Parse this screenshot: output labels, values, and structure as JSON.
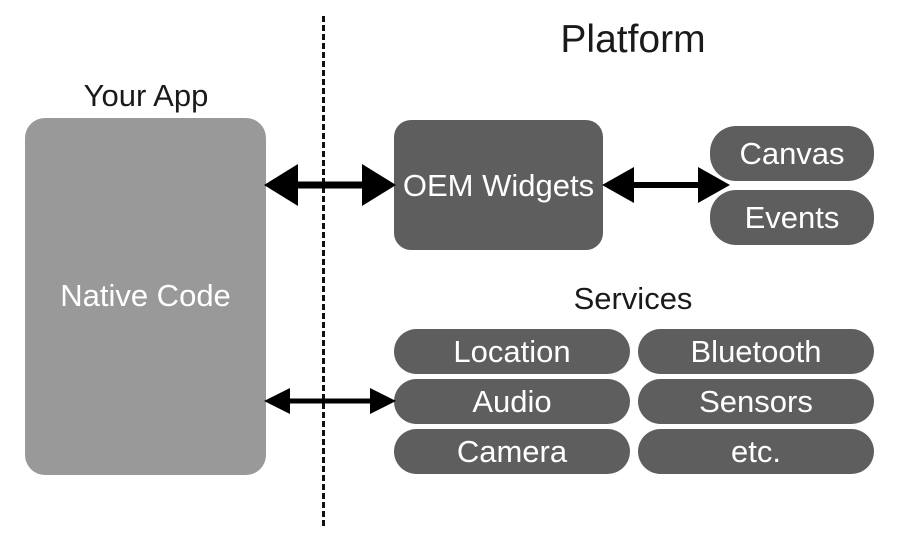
{
  "diagram": {
    "title": "Platform architecture diagram",
    "background_color": "#ffffff",
    "colors": {
      "app_box": "#999999",
      "platform_box": "#5e5e5e",
      "arrow": "#000000",
      "divider": "#111111",
      "box_text": "#ffffff",
      "heading_text": "#1a1a1a"
    }
  },
  "headings": {
    "your_app": "Your App",
    "platform": "Platform",
    "services": "Services"
  },
  "app_side": {
    "native_code": "Native Code"
  },
  "platform_side": {
    "oem_widgets": "OEM Widgets",
    "ui_pills": [
      {
        "label": "Canvas"
      },
      {
        "label": "Events"
      }
    ],
    "services": [
      {
        "label": "Location"
      },
      {
        "label": "Bluetooth"
      },
      {
        "label": "Audio"
      },
      {
        "label": "Sensors"
      },
      {
        "label": "Camera"
      },
      {
        "label": "etc."
      }
    ]
  },
  "connectors": [
    {
      "name": "native-code-to-oem-widgets",
      "style": "double-headed-arrow",
      "thick": true
    },
    {
      "name": "oem-widgets-to-ui-pills",
      "style": "double-headed-arrow",
      "thick": true
    },
    {
      "name": "native-code-to-services",
      "style": "double-headed-arrow",
      "thick": false
    }
  ],
  "divider": {
    "name": "app-platform-boundary",
    "style": "dashed-vertical"
  }
}
